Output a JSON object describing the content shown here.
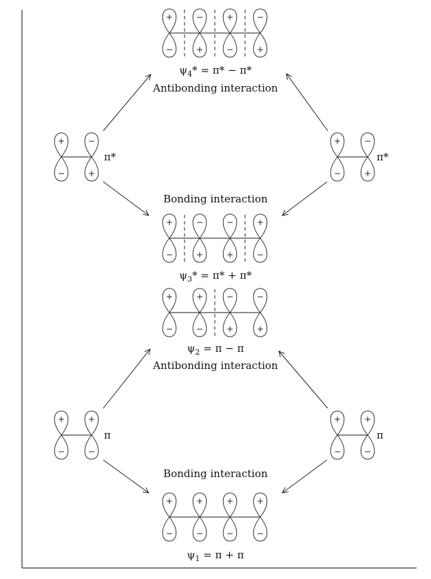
{
  "diagram": {
    "title": "Butadiene pi molecular orbitals from ethylene fragment orbitals",
    "fragments": {
      "pi_star": {
        "label": "π*",
        "signs_top": [
          "+",
          "−"
        ],
        "signs_bottom": [
          "−",
          "+"
        ]
      },
      "pi": {
        "label": "π",
        "signs_top": [
          "+",
          "+"
        ],
        "signs_bottom": [
          "−",
          "−"
        ]
      }
    },
    "molecular_orbitals": [
      {
        "id": "psi4",
        "name": "ψ4*",
        "equation_prefix": "ψ",
        "subscript": "4",
        "equation_suffix": "* = π* − π*",
        "signs_top": [
          "+",
          "−",
          "+",
          "−"
        ],
        "signs_bottom": [
          "−",
          "+",
          "−",
          "+"
        ],
        "nodes": 3,
        "interaction": "Antibonding interaction"
      },
      {
        "id": "psi3",
        "name": "ψ3*",
        "equation_prefix": "ψ",
        "subscript": "3",
        "equation_suffix": "* = π* + π*",
        "signs_top": [
          "+",
          "−",
          "−",
          "+"
        ],
        "signs_bottom": [
          "−",
          "+",
          "+",
          "−"
        ],
        "nodes": 2,
        "interaction": "Bonding interaction"
      },
      {
        "id": "psi2",
        "name": "ψ2",
        "equation_prefix": "ψ",
        "subscript": "2",
        "equation_suffix": " = π − π",
        "signs_top": [
          "+",
          "+",
          "−",
          "−"
        ],
        "signs_bottom": [
          "−",
          "−",
          "+",
          "+"
        ],
        "nodes": 1,
        "interaction": "Antibonding interaction"
      },
      {
        "id": "psi1",
        "name": "ψ1",
        "equation_prefix": "ψ",
        "subscript": "1",
        "equation_suffix": " = π + π",
        "signs_top": [
          "+",
          "+",
          "+",
          "+"
        ],
        "signs_bottom": [
          "−",
          "−",
          "−",
          "−"
        ],
        "nodes": 0,
        "interaction": "Bonding interaction"
      }
    ],
    "labels": {
      "antibonding": "Antibonding interaction",
      "bonding": "Bonding interaction"
    }
  }
}
